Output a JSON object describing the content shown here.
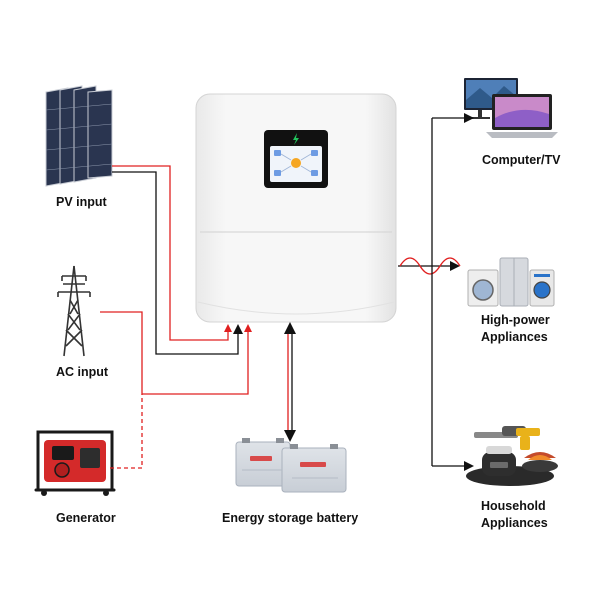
{
  "labels": {
    "pv_input": "PV input",
    "ac_input": "AC input",
    "generator": "Generator",
    "battery": "Energy storage battery",
    "computer_tv": "Computer/TV",
    "high_power": "High-power Appliances",
    "household": "Household Appliances"
  },
  "colors": {
    "ac_line": "#e02020",
    "dc_line": "#111111",
    "inverter_body": "#f4f4f4",
    "screen_icon_bolt": "#22c55e"
  },
  "icons": {
    "solar_panel": "solar-panel-icon",
    "pylon": "transmission-tower-icon",
    "generator": "generator-icon",
    "battery": "battery-icon",
    "inverter": "hybrid-inverter-icon",
    "computer_tv": "computer-tv-icon",
    "appliances": "appliances-icon",
    "kitchen": "kitchen-appliances-icon"
  }
}
